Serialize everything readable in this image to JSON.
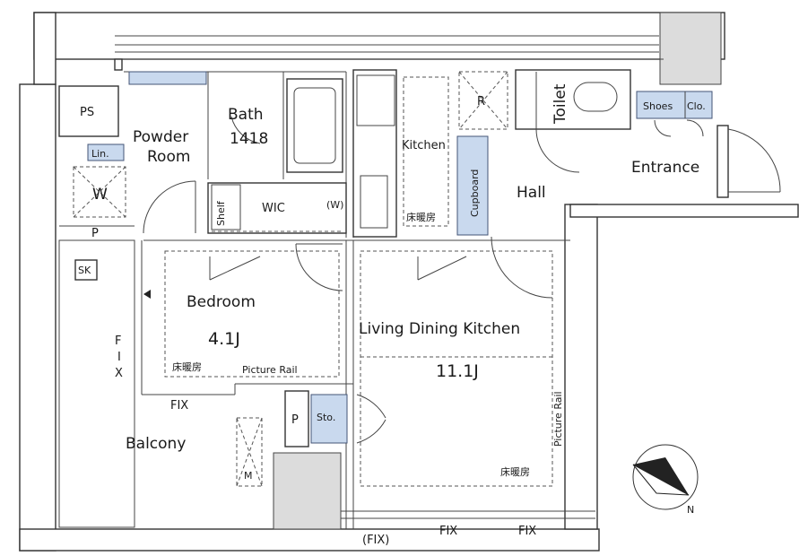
{
  "rooms": {
    "ps": "PS",
    "powder_room_1": "Powder",
    "powder_room_2": "Room",
    "linen": "Lin.",
    "washer": "W",
    "pipe_1": "P",
    "sink": "SK",
    "bath": "Bath",
    "bath_size": "1418",
    "shelf": "Shelf",
    "wic": "WIC",
    "wic_w": "(W)",
    "kitchen": "Kitchen",
    "kitchen_floor_heating": "床暖房",
    "refrigerator": "R",
    "cupboard": "Cupboard",
    "toilet": "Toilet",
    "shoes_closet_1": "Shoes",
    "shoes_closet_2": "Clo.",
    "entrance": "Entrance",
    "hall": "Hall",
    "bedroom": "Bedroom",
    "bedroom_size": "4.1J",
    "bedroom_floor_heating": "床暖房",
    "bedroom_picture_rail": "Picture Rail",
    "ldk": "Living Dining Kitchen",
    "ldk_size": "11.1J",
    "ldk_picture_rail": "Picture Rail",
    "ldk_floor_heating": "床暖房",
    "pipe_2": "P",
    "storage": "Sto.",
    "balcony": "Balcony",
    "meter": "M",
    "compass_north": "N"
  },
  "fixed_windows": {
    "fix_vertical": "F\nI\nX",
    "fix_balcony": "FIX",
    "fix_bottom_paren": "(FIX)",
    "fix_bottom_1": "FIX",
    "fix_bottom_2": "FIX"
  }
}
